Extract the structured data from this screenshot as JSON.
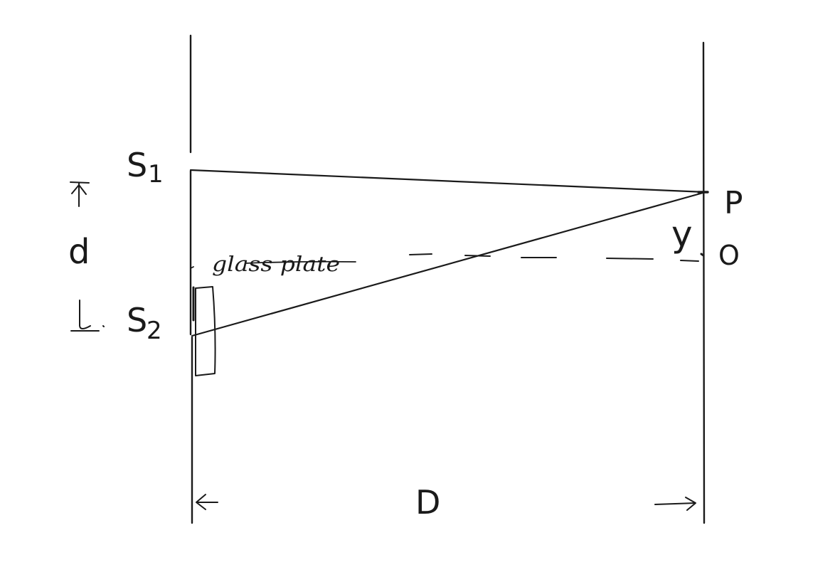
{
  "diagram": {
    "labels": {
      "s1_letter": "S",
      "s1_sub": "1",
      "s2_letter": "S",
      "s2_sub": "2",
      "d": "d",
      "p": "P",
      "o": "O",
      "y": "y",
      "D": "D",
      "glass_plate": "glass plate"
    },
    "ink_color": "#1a1a1a"
  }
}
